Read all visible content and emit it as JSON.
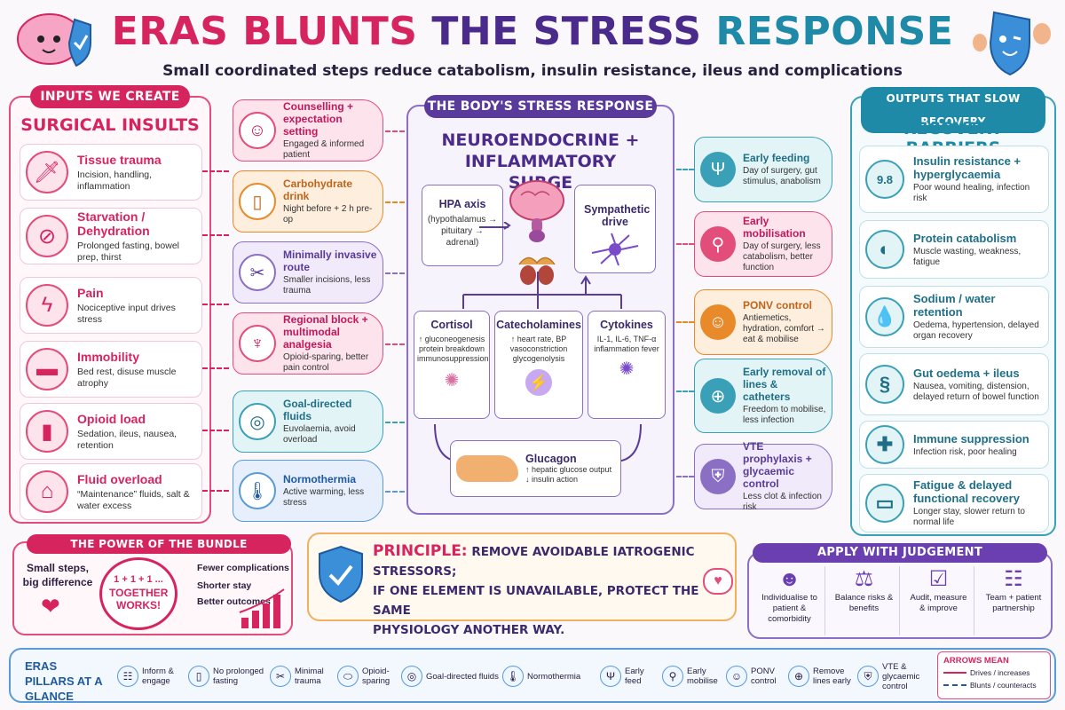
{
  "title": {
    "part1": "ERAS BLUNTS",
    "part2": "THE STRESS",
    "part3": "RESPONSE"
  },
  "subtitle": "Small coordinated steps reduce catabolism, insulin resistance, ileus and complications",
  "left": {
    "header": "INPUTS WE CREATE",
    "title": "SURGICAL INSULTS",
    "items": [
      {
        "title": "Tissue trauma",
        "desc": "Incision, handling, inflammation",
        "icon": "scalpel-icon"
      },
      {
        "title": "Starvation / Dehydration",
        "desc": "Prolonged fasting, bowel prep, thirst",
        "icon": "no-food-icon"
      },
      {
        "title": "Pain",
        "desc": "Nociceptive input drives stress",
        "icon": "lightning-icon"
      },
      {
        "title": "Immobility",
        "desc": "Bed rest, disuse muscle atrophy",
        "icon": "bed-icon"
      },
      {
        "title": "Opioid load",
        "desc": "Sedation, ileus, nausea, retention",
        "icon": "pill-bottle-icon"
      },
      {
        "title": "Fluid overload",
        "desc": "“Maintenance” fluids, salt & water excess",
        "icon": "iv-bag-icon"
      }
    ]
  },
  "interventions_left": [
    {
      "title": "Counselling + expectation setting",
      "desc": "Engaged & informed patient",
      "icon": "counselling-icon"
    },
    {
      "title": "Carbohydrate drink",
      "desc": "Night before + 2 h pre-op",
      "icon": "drink-icon"
    },
    {
      "title": "Minimally invasive route",
      "desc": "Smaller incisions, less trauma",
      "icon": "scissors-icon"
    },
    {
      "title": "Regional block + multimodal analgesia",
      "desc": "Opioid-sparing, better pain control",
      "icon": "nerve-icon"
    },
    {
      "title": "Goal-directed fluids",
      "desc": "Euvolaemia, avoid overload",
      "icon": "target-icon"
    },
    {
      "title": "Normothermia",
      "desc": "Active warming, less stress",
      "icon": "thermometer-icon"
    }
  ],
  "center": {
    "header": "THE BODY'S STRESS RESPONSE",
    "title": "NEUROENDOCRINE + INFLAMMATORY SURGE",
    "hpa": {
      "title": "HPA axis",
      "desc": "(hypothalamus → pituitary → adrenal)"
    },
    "sympathetic": {
      "title": "Sympathetic drive"
    },
    "cortisol": {
      "title": "Cortisol",
      "desc": "↑ gluconeogenesis protein breakdown immunosuppression"
    },
    "catecholamines": {
      "title": "Catecholamines",
      "desc": "↑ heart rate, BP vasoconstriction glycogenolysis"
    },
    "cytokines": {
      "title": "Cytokines",
      "desc": "IL-1, IL-6, TNF-α inflammation fever"
    },
    "glucagon": {
      "title": "Glucagon",
      "desc1": "↑ hepatic glucose output",
      "desc2": "↓ insulin action"
    }
  },
  "interventions_right": [
    {
      "title": "Early feeding",
      "desc": "Day of surgery, gut stimulus, anabolism",
      "icon": "fork-knife-icon"
    },
    {
      "title": "Early mobilisation",
      "desc": "Day of surgery, less catabolism, better function",
      "icon": "walking-icon"
    },
    {
      "title": "PONV control",
      "desc": "Antiemetics, hydration, comfort → eat & mobilise",
      "icon": "smile-icon"
    },
    {
      "title": "Early removal of lines & catheters",
      "desc": "Freedom to mobilise, less infection",
      "icon": "catheter-icon"
    },
    {
      "title": "VTE prophylaxis + glycaemic control",
      "desc": "Less clot & infection risk",
      "icon": "shield-icon"
    }
  ],
  "right": {
    "header": "OUTPUTS THAT SLOW RECOVERY",
    "title": "RECOVERY BARRIERS",
    "items": [
      {
        "title": "Insulin resistance + hyperglycaemia",
        "desc": "Poor wound healing, infection risk",
        "icon": "glucometer-icon",
        "reading": "9.8"
      },
      {
        "title": "Protein catabolism",
        "desc": "Muscle wasting, weakness, fatigue",
        "icon": "muscle-icon"
      },
      {
        "title": "Sodium / water retention",
        "desc": "Oedema, hypertension, delayed organ recovery",
        "icon": "droplet-icon"
      },
      {
        "title": "Gut oedema + ileus",
        "desc": "Nausea, vomiting, distension, delayed return of bowel function",
        "icon": "intestine-icon"
      },
      {
        "title": "Immune suppression",
        "desc": "Infection risk, poor healing",
        "icon": "immune-icon"
      },
      {
        "title": "Fatigue & delayed functional recovery",
        "desc": "Longer stay, slower return to normal life",
        "icon": "battery-low-icon"
      }
    ]
  },
  "bundle": {
    "header": "THE POWER OF THE BUNDLE",
    "left": "Small steps, big difference",
    "clock1": "1 + 1 + 1 ...",
    "clock2": "TOGETHER WORKS!",
    "benefits": [
      "Fewer complications",
      "Shorter stay",
      "Better outcomes"
    ]
  },
  "principle": {
    "label": "PRINCIPLE:",
    "line1": "REMOVE AVOIDABLE IATROGENIC STRESSORS;",
    "line2": "IF ONE ELEMENT IS UNAVAILABLE, PROTECT THE SAME",
    "line3": "PHYSIOLOGY ANOTHER WAY."
  },
  "judgement": {
    "header": "APPLY WITH JUDGEMENT",
    "items": [
      {
        "label": "Individualise to patient & comorbidity",
        "icon": "patient-icon"
      },
      {
        "label": "Balance risks & benefits",
        "icon": "scales-icon"
      },
      {
        "label": "Audit, measure & improve",
        "icon": "checklist-icon"
      },
      {
        "label": "Team + patient partnership",
        "icon": "team-icon"
      }
    ]
  },
  "pillars": {
    "title": "ERAS PILLARS AT A GLANCE",
    "items": [
      {
        "label": "Inform & engage",
        "icon": "people-icon"
      },
      {
        "label": "No prolonged fasting",
        "icon": "cup-icon"
      },
      {
        "label": "Minimal trauma",
        "icon": "scissors-icon"
      },
      {
        "label": "Opioid-sparing",
        "icon": "capsule-icon"
      },
      {
        "label": "Goal-directed fluids",
        "icon": "target-icon"
      },
      {
        "label": "Normothermia",
        "icon": "thermometer-icon"
      },
      {
        "label": "Early feed",
        "icon": "fork-knife-icon"
      },
      {
        "label": "Early mobilise",
        "icon": "walking-icon"
      },
      {
        "label": "PONV control",
        "icon": "smile-icon"
      },
      {
        "label": "Remove lines early",
        "icon": "catheter-icon"
      },
      {
        "label": "VTE & glycaemic control",
        "icon": "shield-icon"
      }
    ]
  },
  "legend": {
    "title": "ARROWS MEAN",
    "drives": "Drives / increases",
    "blunts": "Blunts / counteracts"
  },
  "colors": {
    "pink": "#d6245e",
    "purple": "#6a3fb0",
    "teal": "#1f8aa8",
    "orange": "#e8892a"
  }
}
